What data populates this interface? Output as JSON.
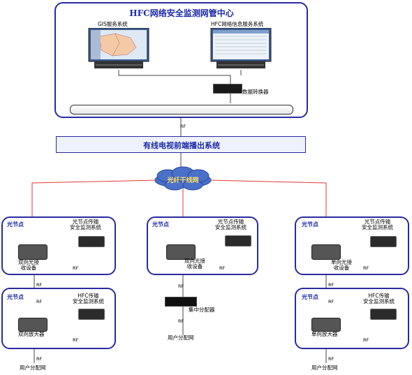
{
  "headend": {
    "title": "HFC网络安全监测网管中心",
    "gis_label": "GIS服务系统",
    "info_label": "HFC网络信息服务系统",
    "converter_label": "数据转换器"
  },
  "broadcast": {
    "label": "有线电视前端播出系统"
  },
  "cloud": {
    "label": "光纤干线网"
  },
  "rf": "RF",
  "left_top": {
    "title": "光节点",
    "monitor": "光节点传输\n安全监测系统",
    "device": "双向光接\n收设备",
    "rf1": "RF",
    "rf2": "RF"
  },
  "mid_top": {
    "title": "光节点",
    "monitor": "光节点传输\n安全监测系统",
    "device": "双向光接\n收设备",
    "rf1": "RF",
    "rf2": "RF"
  },
  "right_top": {
    "title": "光节点",
    "monitor": "光节点传输\n安全监测系统",
    "device": "单向光接\n收设备",
    "rf1": "RF",
    "rf2": "RF"
  },
  "left_bottom": {
    "title": "光节点",
    "monitor": "HFC传输\n安全监测系统",
    "device": "双向放大器",
    "rf_in": "RF",
    "rf_out": "RF",
    "rf_side": "RF"
  },
  "mid_bottom": {
    "splitter": "集中分配器",
    "rf_in": "RF",
    "rf_out": "RF",
    "user_net": "用户分配网"
  },
  "right_bottom": {
    "title": "光节点",
    "monitor": "HFC传输\n安全监测系统",
    "device": "单向放大器",
    "rf_in": "RF",
    "rf_out": "RF",
    "rf_side": "RF"
  },
  "left_user_net": "用户分配网",
  "right_user_net": "用户分配网",
  "colors": {
    "line_red": "#e23a3a",
    "border_blue": "#2a2aa0",
    "text_blue": "#1c2aa8"
  }
}
